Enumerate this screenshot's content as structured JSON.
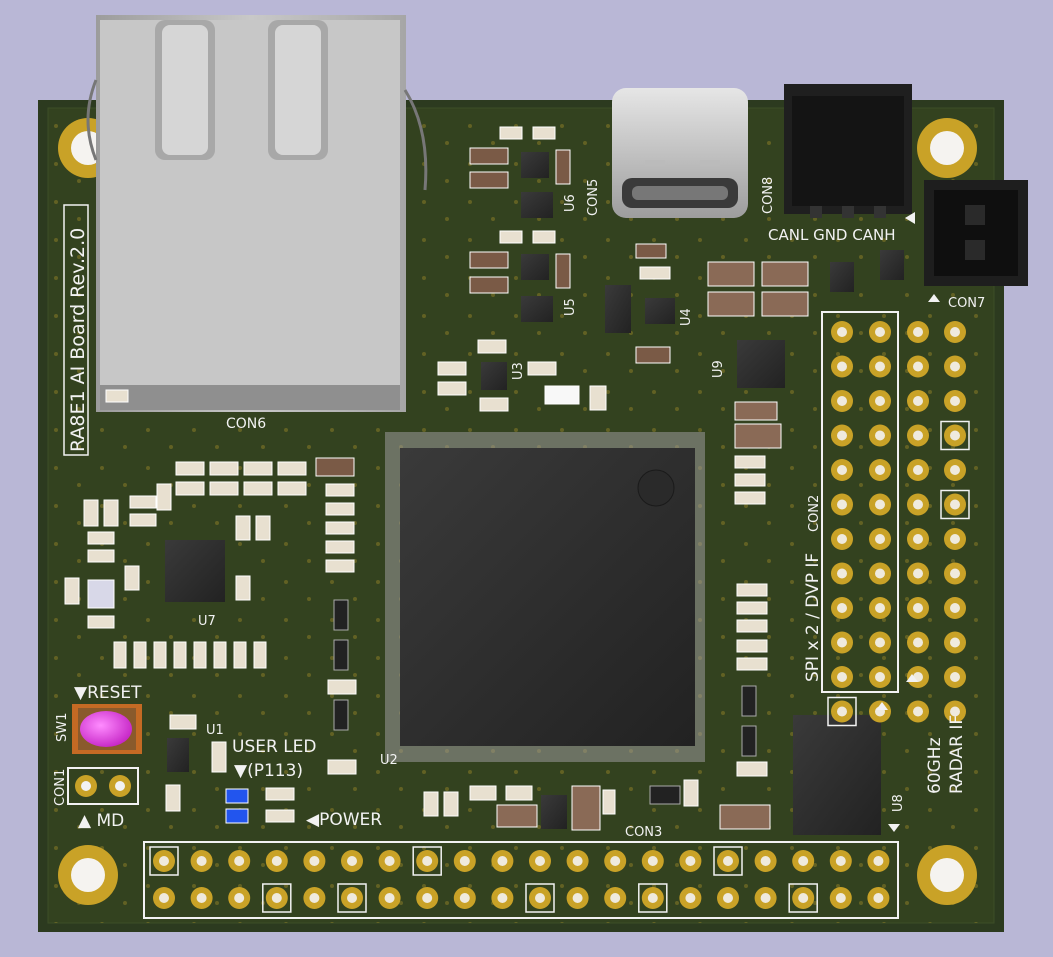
{
  "colors": {
    "background": "#b9b7d6",
    "pcb": "#2c3a1f",
    "silkscreen": "#f2f2f2",
    "gold": "#c9a227",
    "ic_body": "#2b2b2b",
    "jack": "#b5b5b5",
    "usb": "#d6d6d6",
    "button": "#e333e3"
  },
  "board": {
    "title": "RA8E1 AI Board Rev.2.0"
  },
  "labels": {
    "con6": "CON6",
    "con5": "CON5",
    "con8": "CON8",
    "con7": "CON7",
    "con2": "CON2",
    "con3": "CON3",
    "con1": "CON1",
    "u1": "U1",
    "u2": "U2",
    "u3": "U3",
    "u4": "U4",
    "u5": "U5",
    "u6": "U6",
    "u7": "U7",
    "u8": "U8",
    "u9": "U9",
    "sw1": "SW1",
    "reset": "▼RESET",
    "md": "▲ MD",
    "user_led_1": "USER LED",
    "user_led_2": "▼(P113)",
    "power": "◀POWER",
    "can": "CANL GND CANH",
    "spi_dvp": "SPI x 2 / DVP IF",
    "radar_1": "60GHz",
    "radar_2": "RADAR IF"
  },
  "icons": {
    "ethernet": "rj45-jack-icon",
    "usb": "usb-c-connector-icon",
    "reset_button": "push-button-icon",
    "mounting_hole": "mounting-hole-icon"
  }
}
